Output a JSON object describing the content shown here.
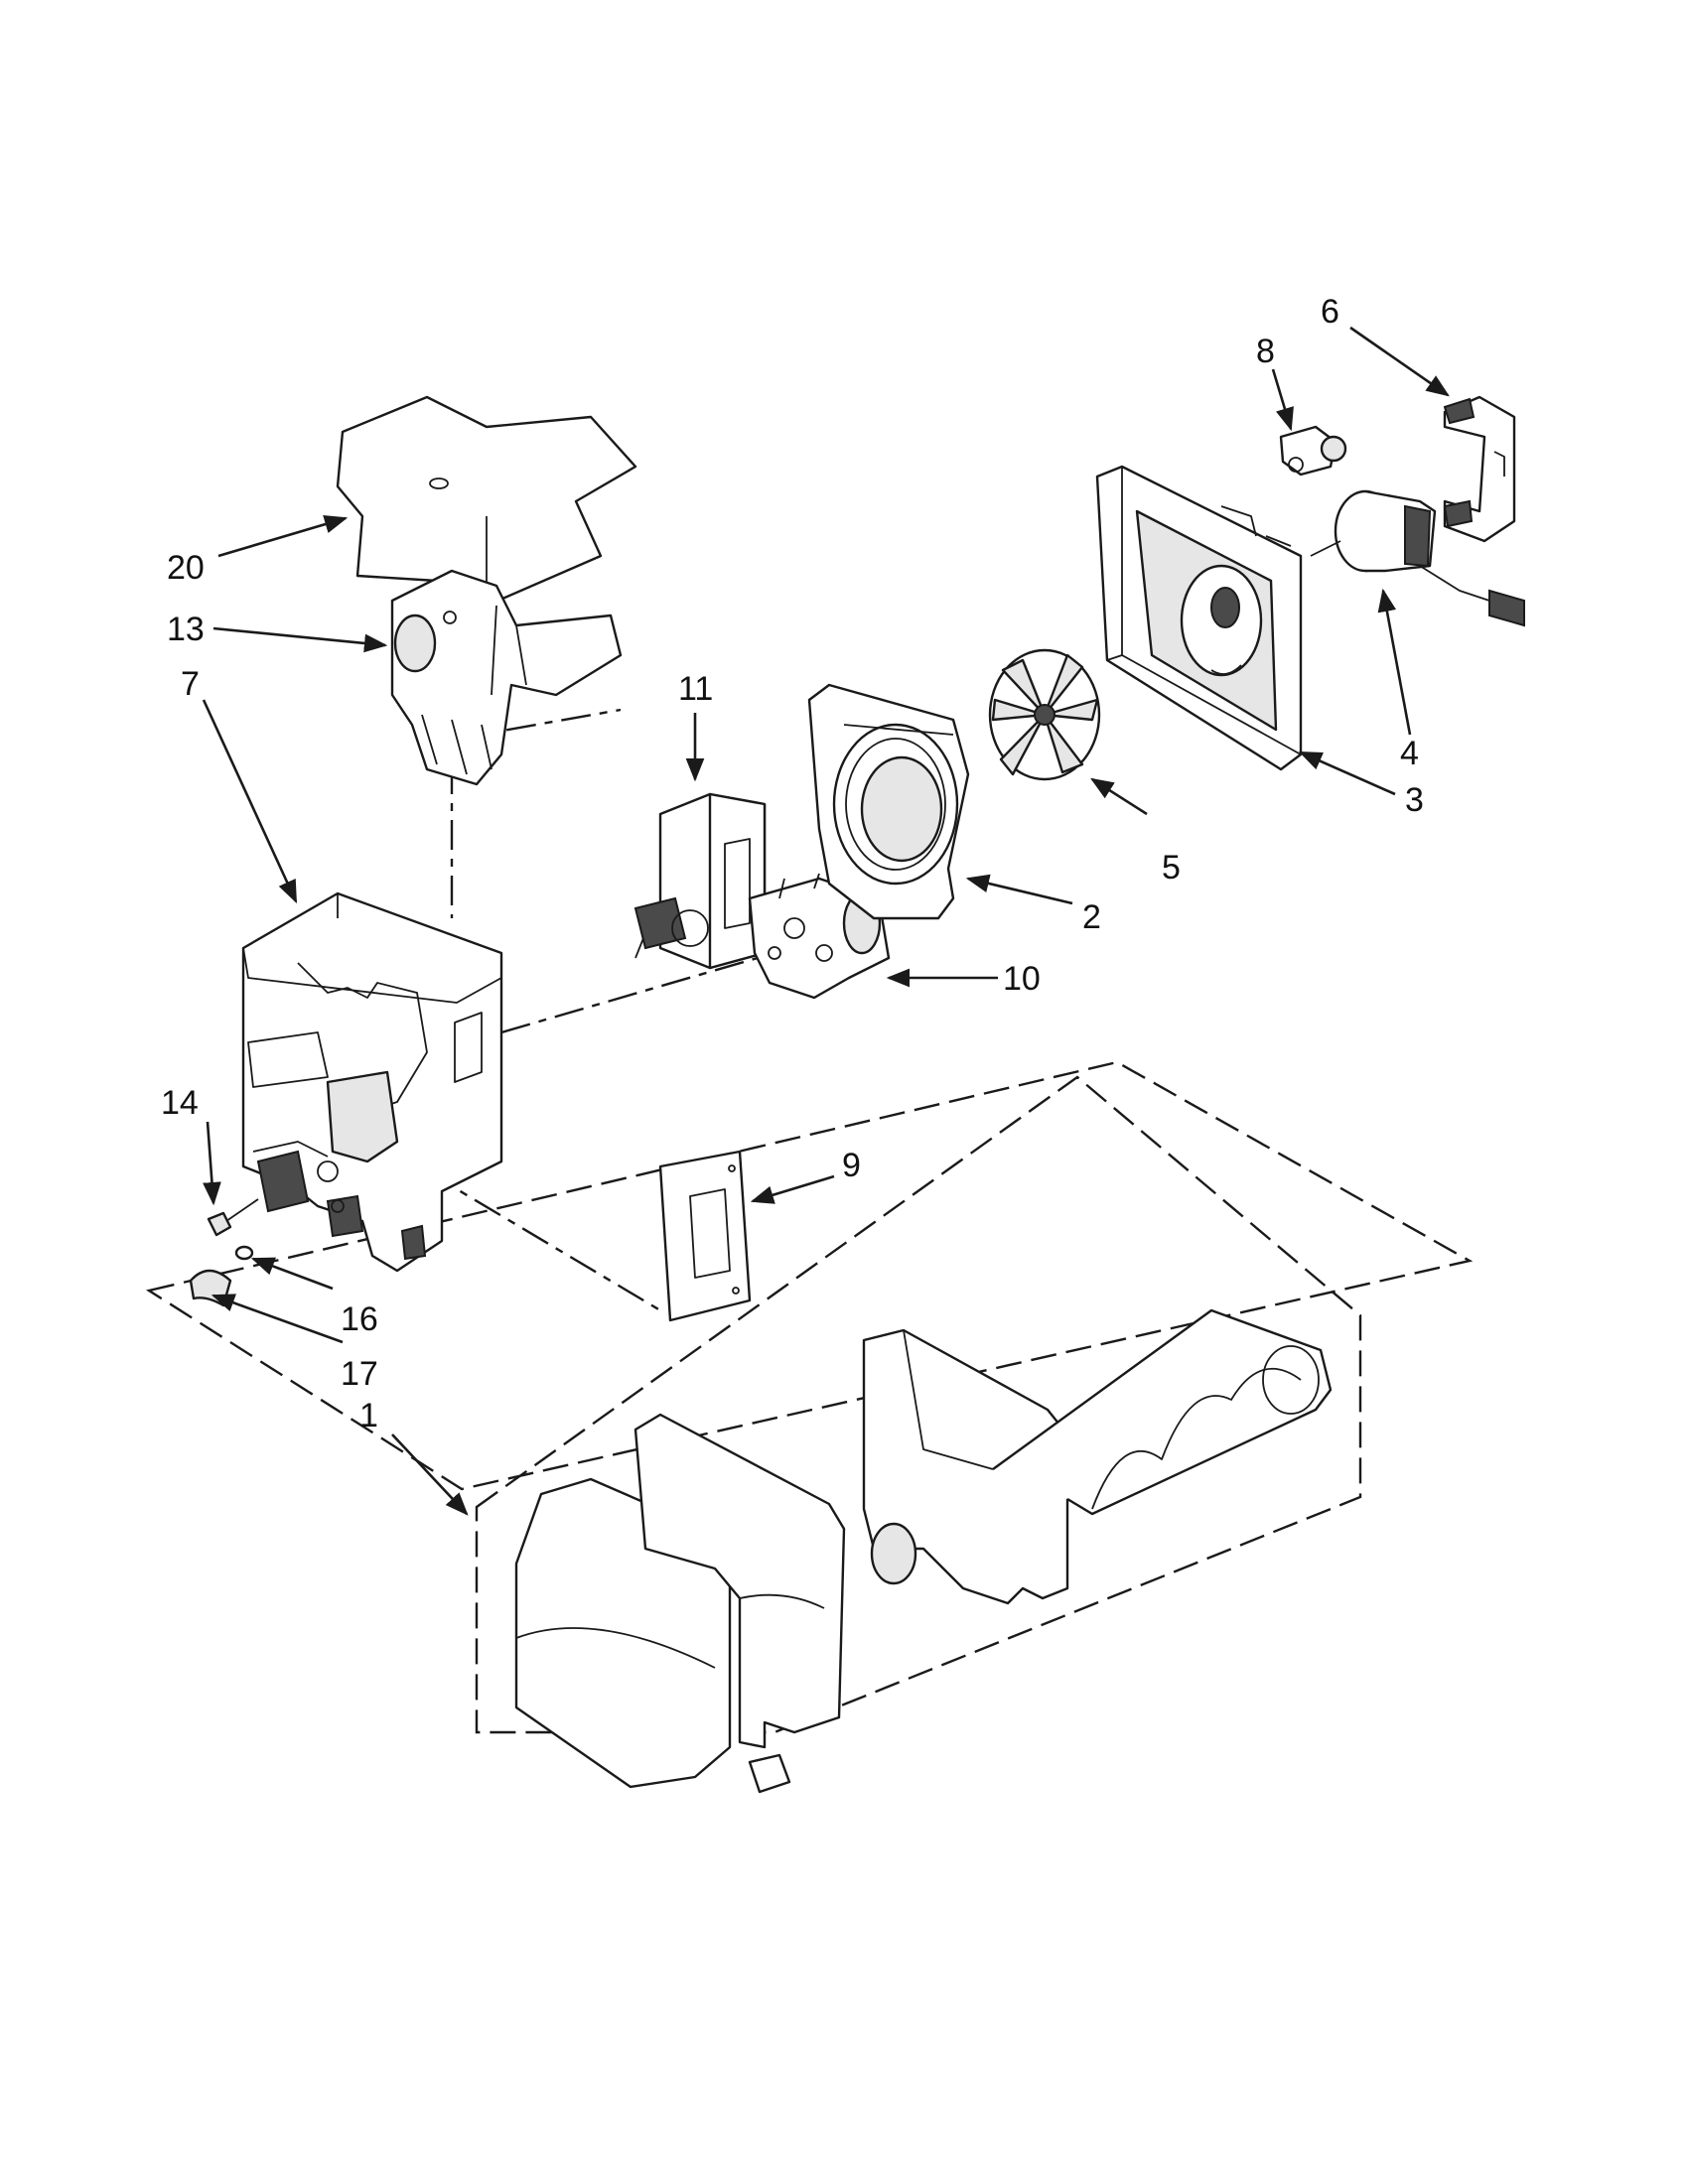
{
  "diagram": {
    "callouts": [
      "1",
      "2",
      "3",
      "4",
      "5",
      "6",
      "7",
      "8",
      "9",
      "10",
      "11",
      "13",
      "14",
      "16",
      "17",
      "20"
    ]
  }
}
